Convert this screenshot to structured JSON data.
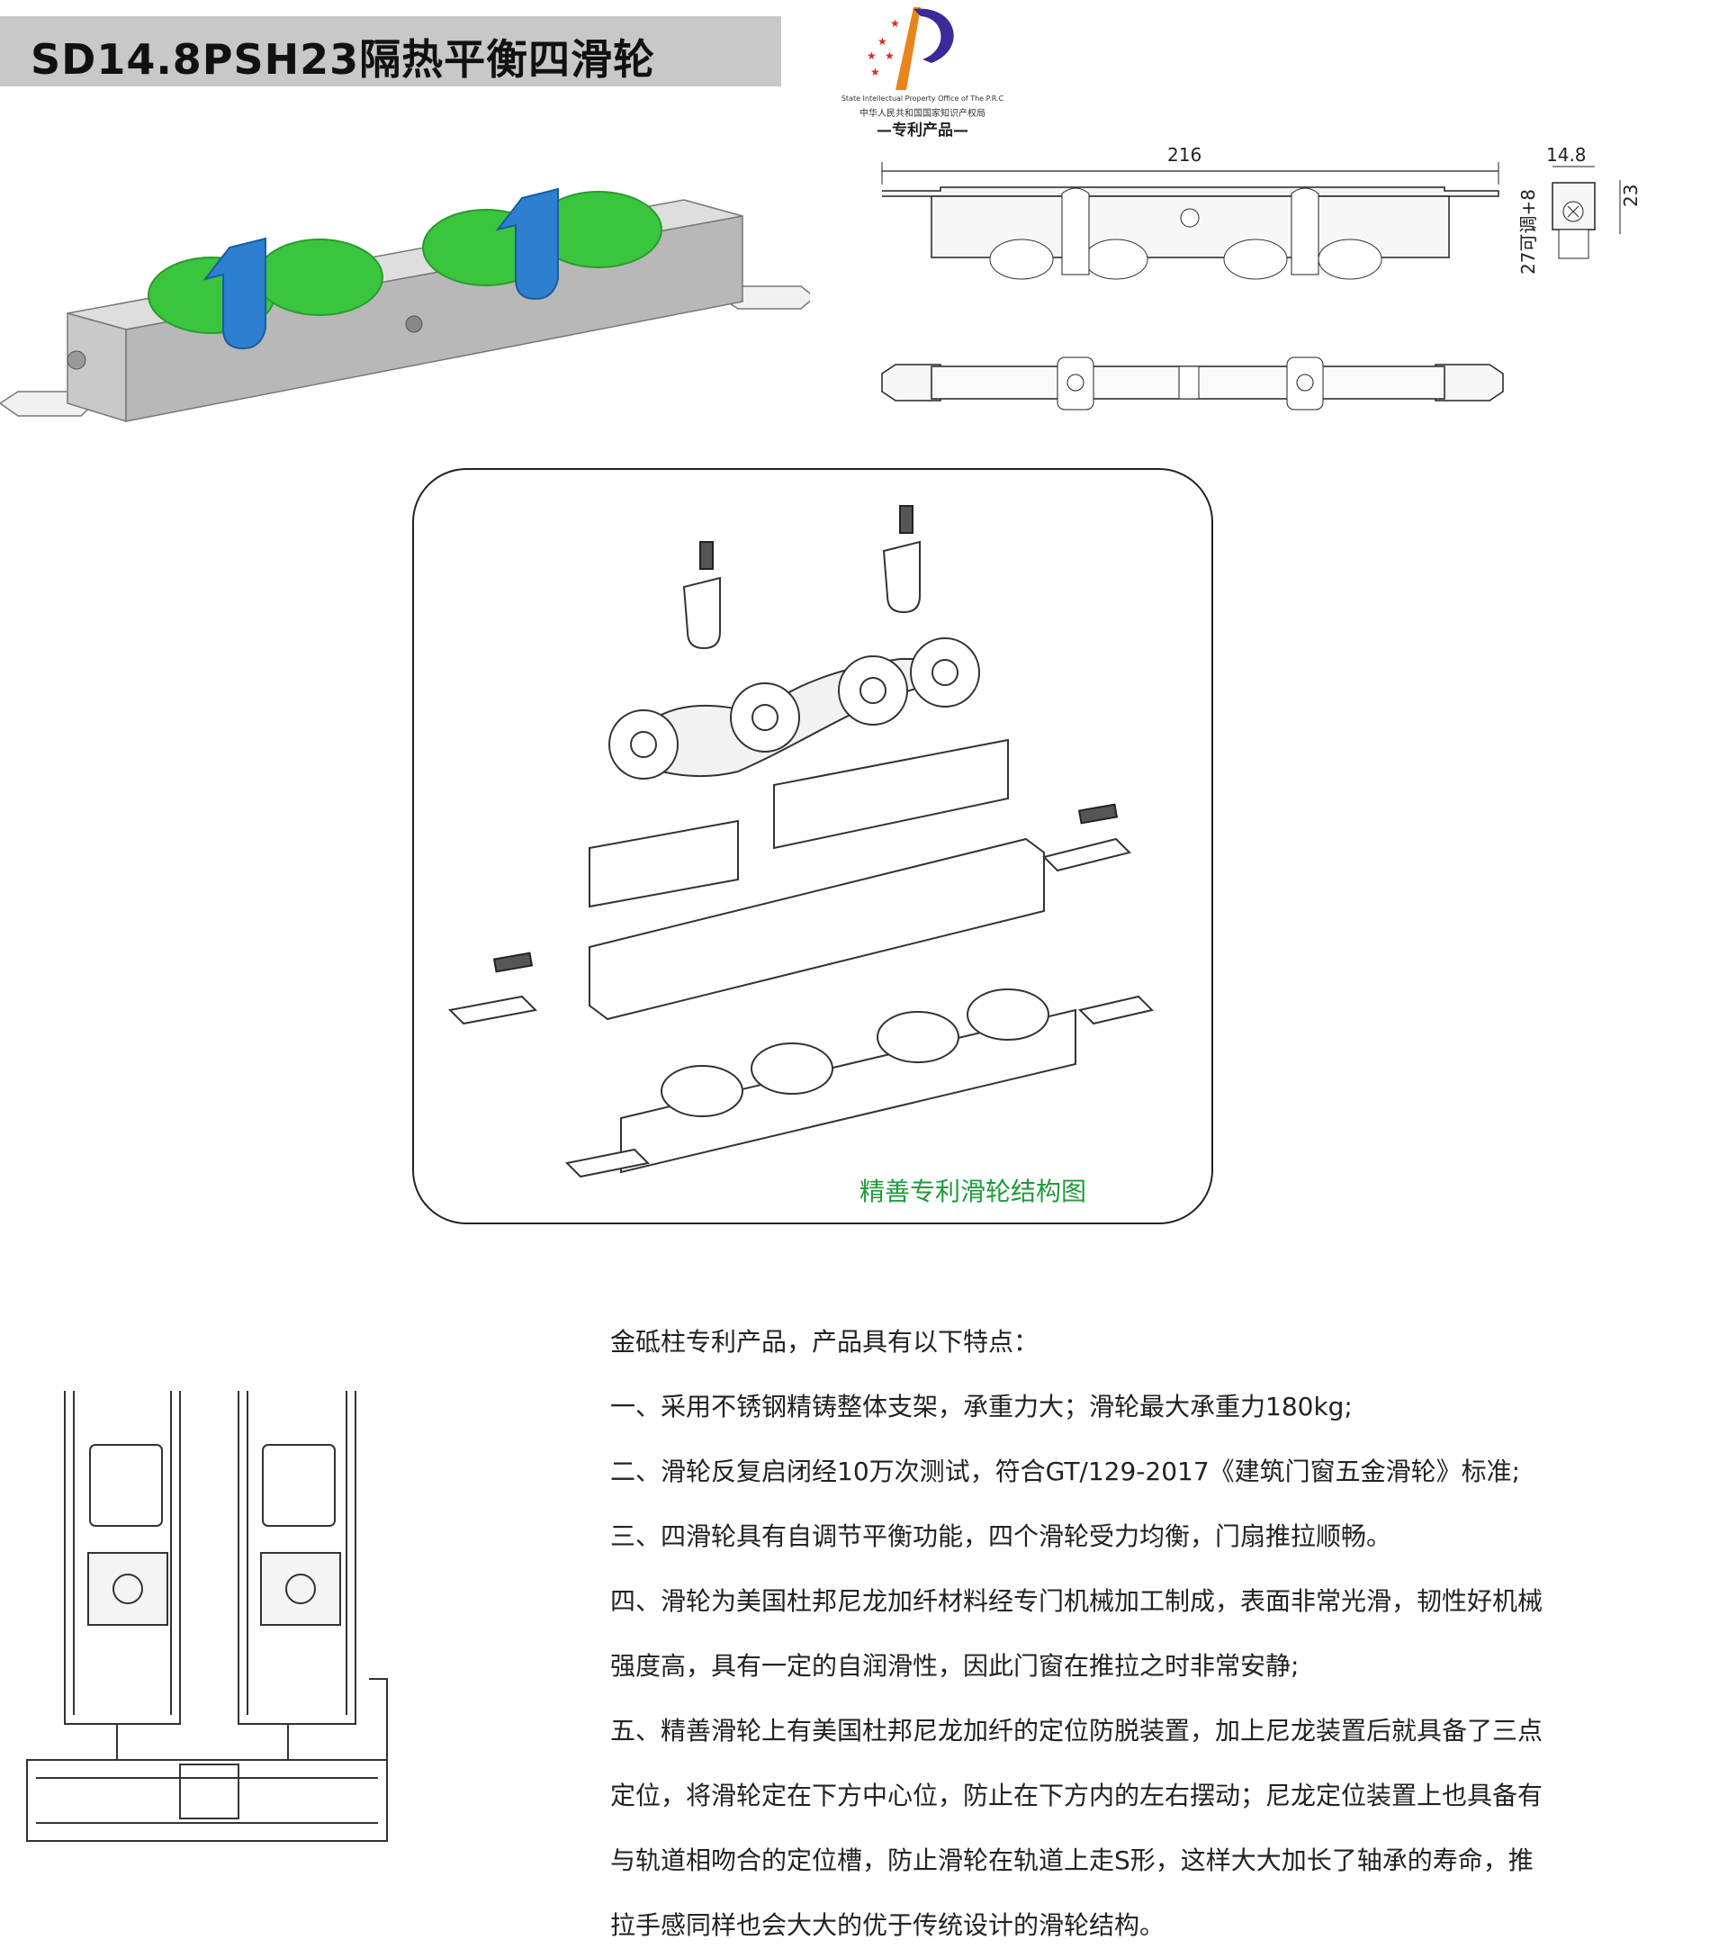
{
  "title": "SD14.8PSH23隔热平衡四滑轮",
  "logo": {
    "emblem_letter": "P",
    "english": "State Intellectual Property Office of The P.R.C",
    "chinese": "中华人民共和国国家知识产权局",
    "tag": "—专利产品—"
  },
  "dimensions": {
    "length": "216",
    "width": "14.8",
    "height": "23",
    "adjustable": "27可调+8"
  },
  "exploded_caption": "精善专利滑轮结构图",
  "description": {
    "intro": "金砥柱专利产品，产品具有以下特点：",
    "points": [
      "一、采用不锈钢精铸整体支架，承重力大；滑轮最大承重力180kg;",
      "二、滑轮反复启闭经10万次测试，符合GT/129-2017《建筑门窗五金滑轮》标准;",
      "三、四滑轮具有自调节平衡功能，四个滑轮受力均衡，门扇推拉顺畅。",
      "四、滑轮为美国杜邦尼龙加纤材料经专门机械加工制成，表面非常光滑，韧性好机械",
      "强度高，具有一定的自润滑性，因此门窗在推拉之时非常安静;",
      "五、精善滑轮上有美国杜邦尼龙加纤的定位防脱装置，加上尼龙装置后就具备了三点",
      "定位，将滑轮定在下方中心位，防止在下方内的左右摆动；尼龙定位装置上也具备有",
      "与轨道相吻合的定位槽，防止滑轮在轨道上走S形，这样大大加长了轴承的寿命，推",
      "拉手感同样也会大大的优于传统设计的滑轮结构。"
    ]
  },
  "colors": {
    "title_bar": "#c8c8c8",
    "wheel_green": "#39c53d",
    "clip_blue": "#2d7fd0",
    "caption_green": "#1f9a3a",
    "logo_blue": "#3b2a9a",
    "logo_orange": "#e8841c",
    "logo_red": "#d62a20"
  }
}
